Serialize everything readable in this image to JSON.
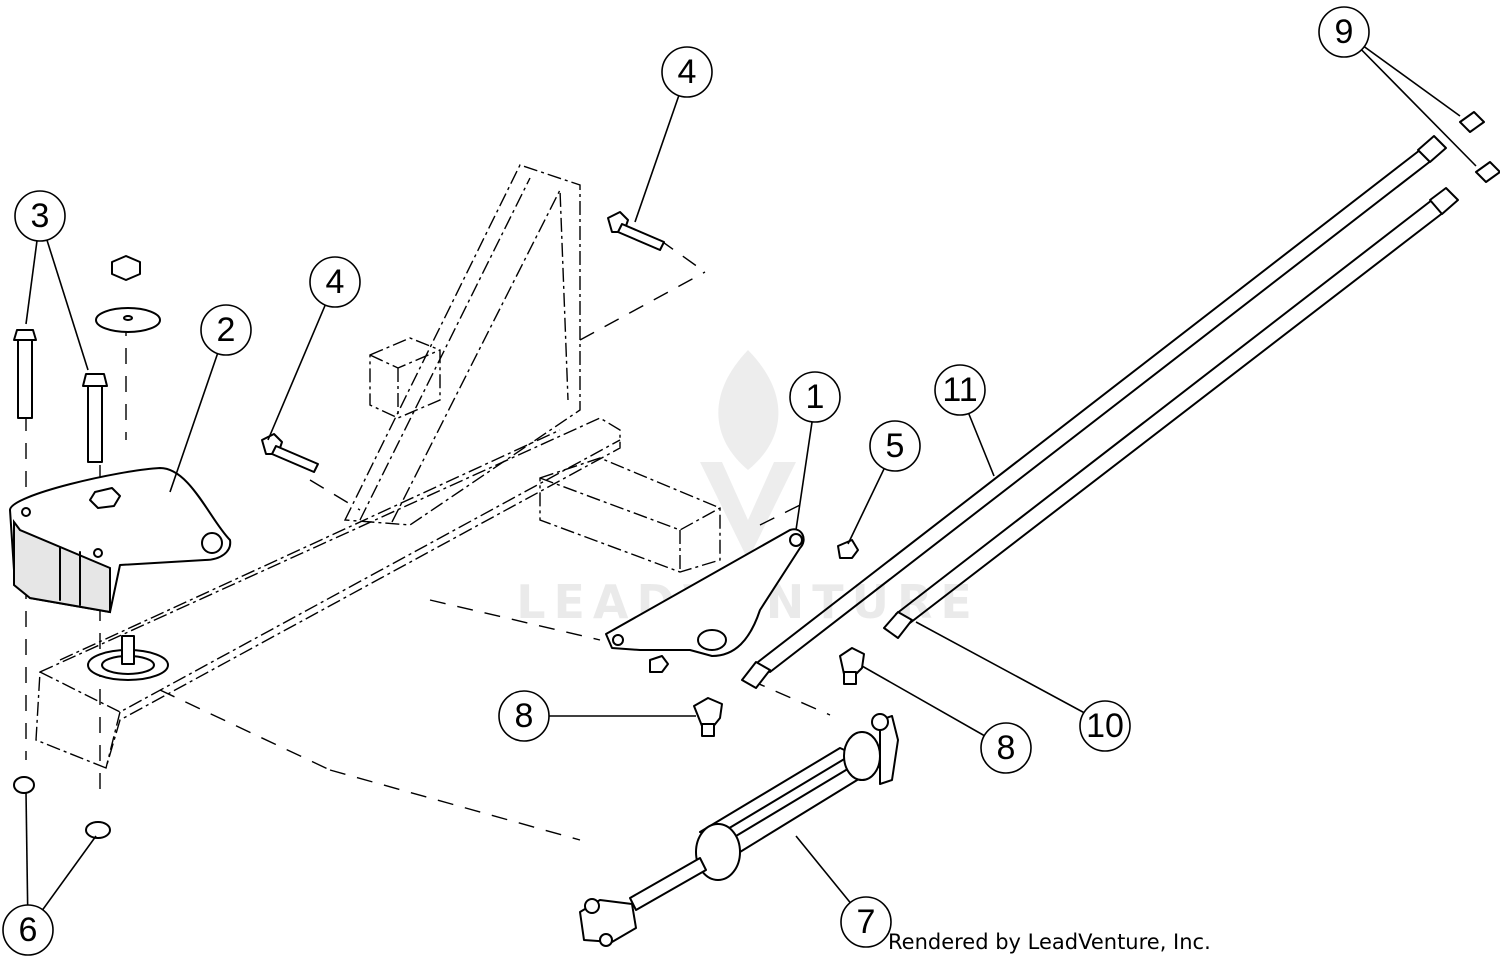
{
  "callouts": [
    {
      "id": "c1",
      "label": "1"
    },
    {
      "id": "c2",
      "label": "2"
    },
    {
      "id": "c3",
      "label": "3"
    },
    {
      "id": "c4a",
      "label": "4"
    },
    {
      "id": "c4b",
      "label": "4"
    },
    {
      "id": "c5",
      "label": "5"
    },
    {
      "id": "c6",
      "label": "6"
    },
    {
      "id": "c7",
      "label": "7"
    },
    {
      "id": "c8a",
      "label": "8"
    },
    {
      "id": "c8b",
      "label": "8"
    },
    {
      "id": "c9",
      "label": "9"
    },
    {
      "id": "c10",
      "label": "10"
    },
    {
      "id": "c11",
      "label": "11"
    }
  ],
  "watermark": {
    "text": "LEADVENTURE"
  },
  "credit": "Rendered by LeadVenture, Inc."
}
